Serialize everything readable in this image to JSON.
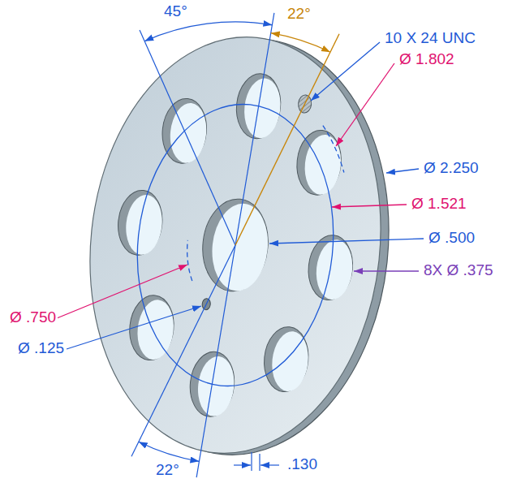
{
  "diagram": {
    "labels": [
      "45°",
      "22°",
      "10 X 24 UNC",
      "Ø 1.802",
      "Ø 2.250",
      "Ø 1.521",
      "Ø .500",
      "8X Ø .375",
      "Ø .750",
      "Ø .125",
      "22°",
      ".130"
    ]
  }
}
